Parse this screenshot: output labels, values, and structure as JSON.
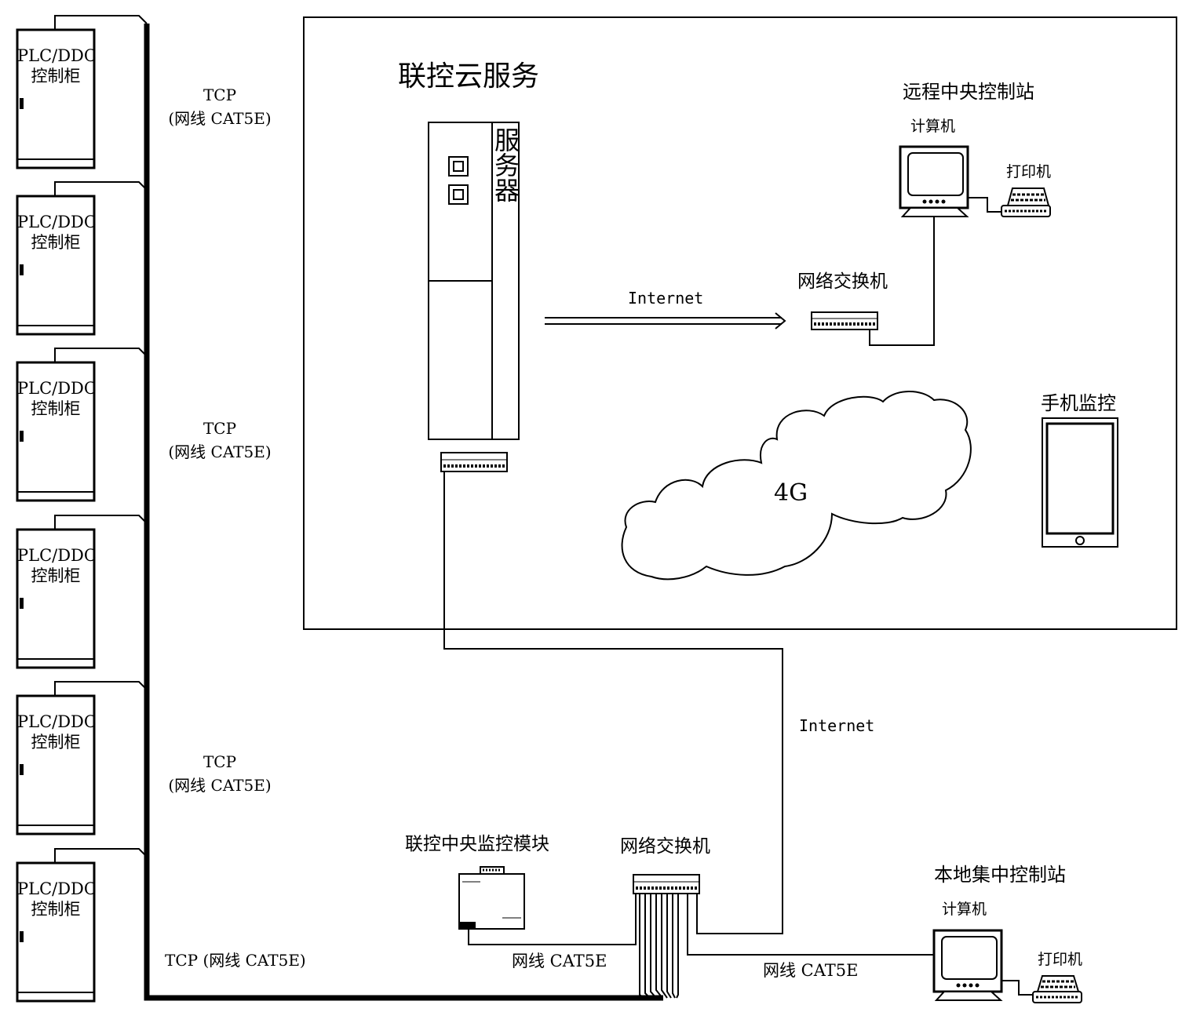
{
  "cloud_section": {
    "title": "联控云服务",
    "server_label": "服务器",
    "internet_arrow_label": "Internet",
    "remote_switch_label": "网络交换机",
    "remote_station": {
      "title": "远程中央控制站",
      "computer_label": "计算机",
      "printer_label": "打印机"
    },
    "cloud_label": "4G",
    "mobile_label": "手机监控"
  },
  "cabinets": [
    {
      "line1": "PLC/DDC",
      "line2": "控制柜"
    },
    {
      "line1": "PLC/DDC",
      "line2": "控制柜"
    },
    {
      "line1": "PLC/DDC",
      "line2": "控制柜"
    },
    {
      "line1": "PLC/DDC",
      "line2": "控制柜"
    },
    {
      "line1": "PLC/DDC",
      "line2": "控制柜"
    },
    {
      "line1": "PLC/DDC",
      "line2": "控制柜"
    }
  ],
  "tcp_labels": [
    {
      "line1": "TCP",
      "line2": "(网线 CAT5E)"
    },
    {
      "line1": "TCP",
      "line2": "(网线 CAT5E)"
    },
    {
      "line1": "TCP",
      "line2": "(网线 CAT5E)"
    },
    {
      "text": "TCP (网线 CAT5E)"
    }
  ],
  "local_section": {
    "internet_label": "Internet",
    "monitor_module_label": "联控中央监控模块",
    "switch_label": "网络交换机",
    "cable_label_left": "网线 CAT5E",
    "cable_label_right": "网线 CAT5E",
    "local_station": {
      "title": "本地集中控制站",
      "computer_label": "计算机",
      "printer_label": "打印机"
    }
  }
}
